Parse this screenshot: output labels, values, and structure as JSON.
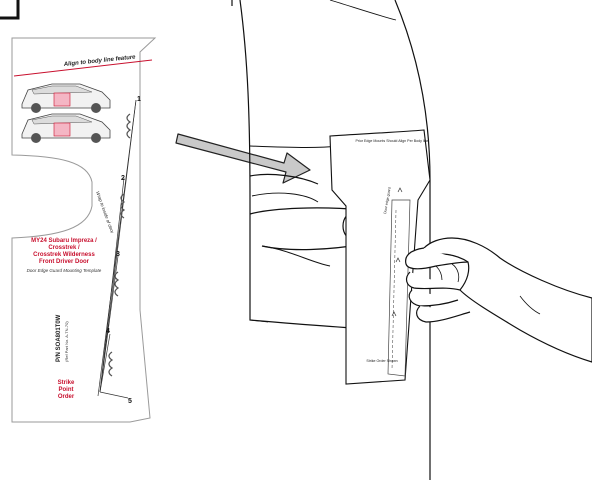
{
  "template": {
    "align_label": "Align to body line feature",
    "model_line1": "MY24 Subaru Impreza /",
    "model_line2": "Crosstrek /",
    "model_line3": "Crosstrek Wilderness",
    "door_label": "Front Driver Door",
    "subtitle": "Door Edge Guard Mounting Template",
    "pn_label": "P/N SOA801T0W",
    "pn_sub": "(Ref Part No. A-TN-70)",
    "strike_line1": "Strike",
    "strike_line2": "Point",
    "strike_line3": "Order",
    "wrap_note": "Wrap to inside of door",
    "points": [
      "1",
      "2",
      "3",
      "4",
      "5"
    ]
  },
  "placed_template": {
    "top_note": "Prior Edge Mounts Should Align Per Body line",
    "bottom_note": "Strike Order Shown",
    "edge_note": "Door edge guard"
  },
  "colors": {
    "accent_red": "#c8102e",
    "pink": "#f4b6c4",
    "arrow_fill": "#c9c9c9"
  }
}
